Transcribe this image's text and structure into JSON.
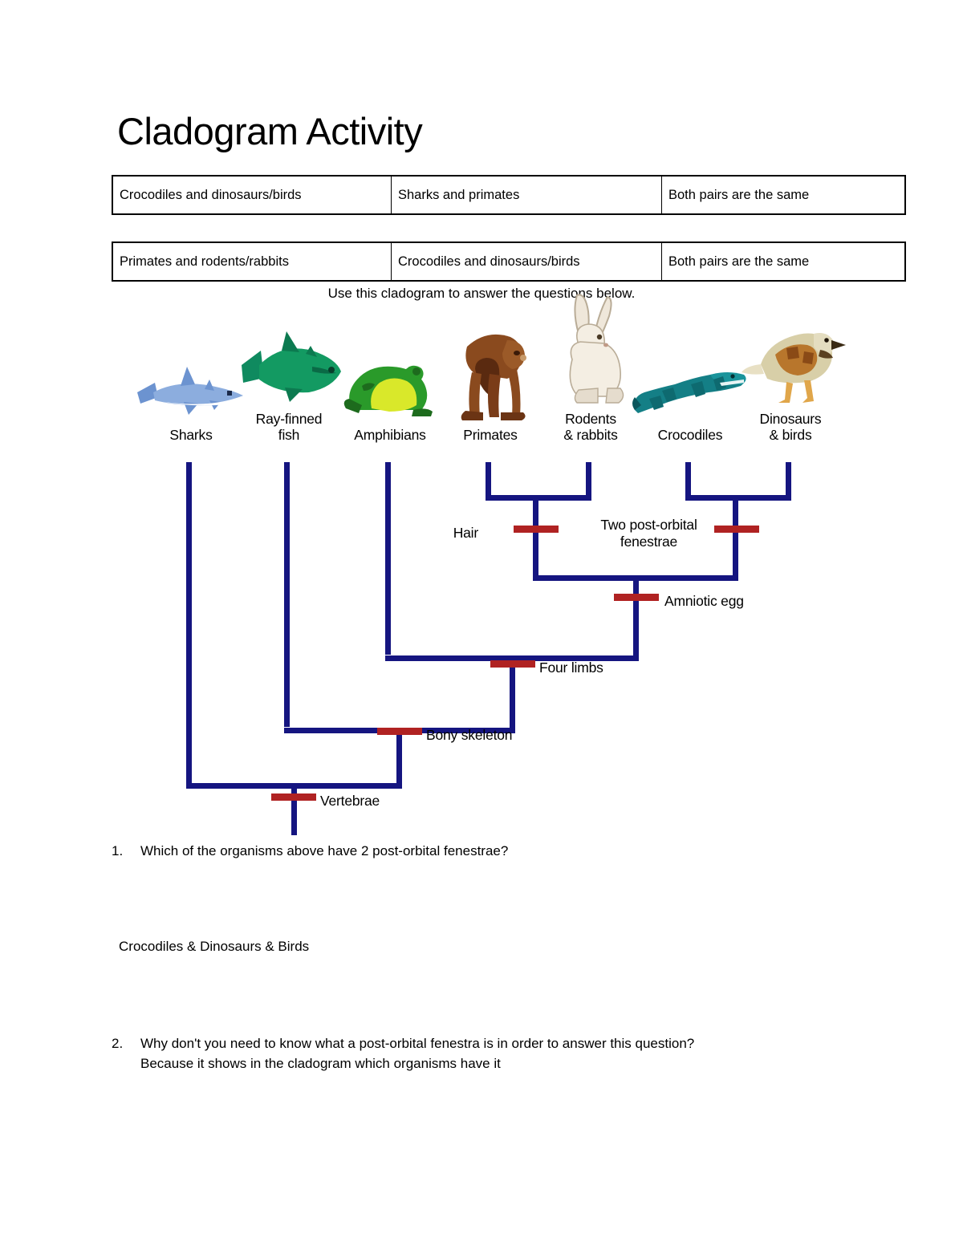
{
  "document": {
    "title": "Cladogram Activity",
    "caption": "Use this cladogram to answer the questions below."
  },
  "tables": [
    {
      "id": "table-1",
      "cells": [
        "Crocodiles and dinosaurs/birds",
        "Sharks and primates",
        "Both pairs are the same"
      ]
    },
    {
      "id": "table-2",
      "cells": [
        "Primates and rodents/rabbits",
        "Crocodiles and dinosaurs/birds",
        "Both pairs are the same"
      ]
    }
  ],
  "cladogram": {
    "taxa": [
      {
        "label": "Sharks",
        "icon": "shark-icon"
      },
      {
        "label": "Ray-finned\nfish",
        "icon": "ray-finned-fish-icon"
      },
      {
        "label": "Amphibians",
        "icon": "frog-icon"
      },
      {
        "label": "Primates",
        "icon": "monkey-icon"
      },
      {
        "label": "Rodents\n& rabbits",
        "icon": "rabbit-icon"
      },
      {
        "label": "Crocodiles",
        "icon": "crocodile-icon"
      },
      {
        "label": "Dinosaurs\n& birds",
        "icon": "bird-icon"
      }
    ],
    "traits": [
      {
        "name": "hair",
        "label": "Hair"
      },
      {
        "name": "two-post-orbital-fenestrae",
        "label": "Two post-orbital fenestrae"
      },
      {
        "name": "amniotic-egg",
        "label": "Amniotic egg"
      },
      {
        "name": "four-limbs",
        "label": "Four limbs"
      },
      {
        "name": "bony-skeleton",
        "label": "Bony skeleton"
      },
      {
        "name": "vertebrae",
        "label": "Vertebrae"
      }
    ],
    "colors": {
      "branch": "#151580",
      "trait_mark": "#b02222"
    }
  },
  "questions": [
    {
      "number": "1.",
      "text": "Which of the organisms above have 2 post-orbital fenestrae?",
      "answer": "Crocodiles & Dinosaurs & Birds"
    },
    {
      "number": "2.",
      "text": "Why don't you need to know what a post-orbital fenestra is in order to answer this question?",
      "answer": "Because it shows in the cladogram which organisms have it"
    }
  ]
}
